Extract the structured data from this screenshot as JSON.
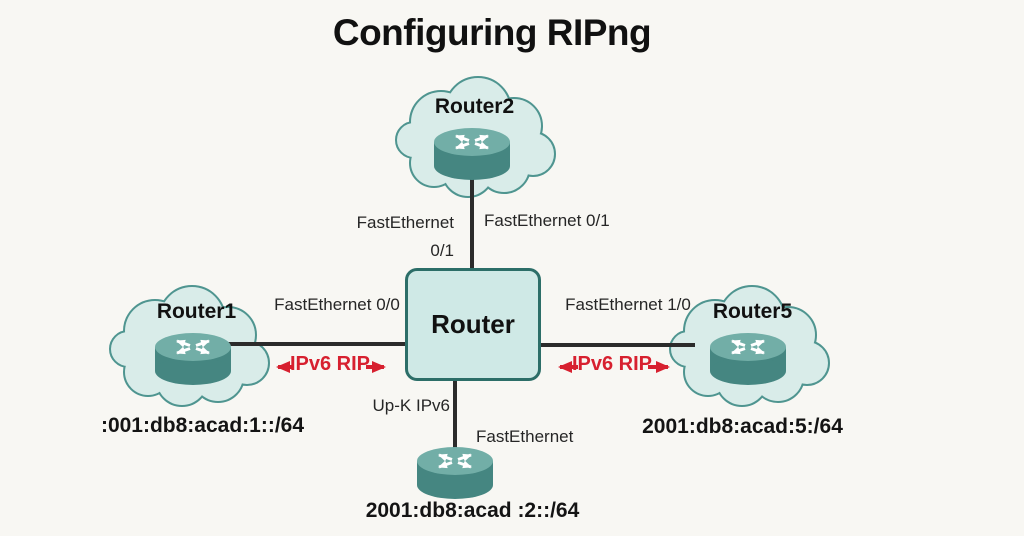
{
  "title": "Configuring RIPng",
  "nodes": {
    "central": {
      "label": "Router"
    },
    "router1": {
      "label": "Router1"
    },
    "router2": {
      "label": "Router2"
    },
    "router5": {
      "label": "Router5"
    }
  },
  "links": {
    "top": {
      "label_left_line1": "FastEthernet",
      "label_left_line2": "0/1",
      "label_right": "FastEthernet 0/1"
    },
    "left": {
      "interface": "FastEthernet 0/0",
      "protocol": "IPv6 RIP"
    },
    "right": {
      "interface": "FastEthernet 1/0",
      "protocol": "IPv6 RIP"
    },
    "bottom": {
      "label_left": "Up-K IPv6",
      "label_right": "FastEthernet"
    }
  },
  "addresses": {
    "router1_network": ":001:db8:acad:1::/64",
    "bottom_network": "2001:db8:acad :2::/64",
    "router5_network": "2001:db8:acad:5:/64"
  },
  "colors": {
    "background": "#f8f7f3",
    "cloud_fill": "#d9ece9",
    "cloud_border": "#4f9590",
    "box_fill": "#cfe9e6",
    "box_border": "#2c6e68",
    "link_line": "#2b2b2b",
    "rip_red": "#d7202f",
    "router_icon_top": "#72aea7",
    "router_icon_side": "#458681"
  }
}
